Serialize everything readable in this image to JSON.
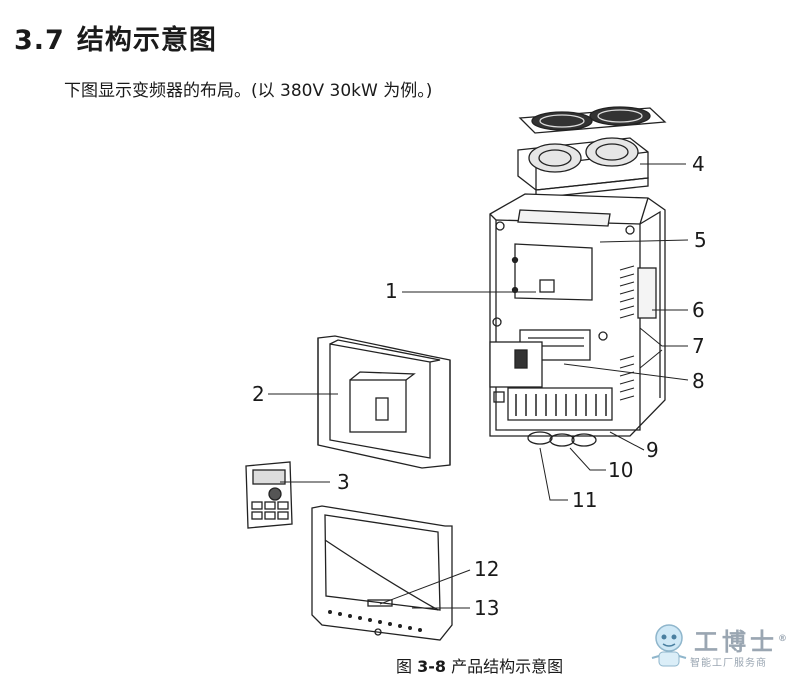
{
  "section": {
    "number": "3.7",
    "title": "结构示意图"
  },
  "intro_text": "下图显示变频器的布局。(以 380V 30kW 为例。)",
  "callouts": [
    "1",
    "2",
    "3",
    "4",
    "5",
    "6",
    "7",
    "8",
    "9",
    "10",
    "11",
    "12",
    "13"
  ],
  "caption": {
    "prefix": "图",
    "figure_no": "3-8",
    "text": "产品结构示意图"
  },
  "watermark": {
    "title": "工博士",
    "subtitle": "智能工厂服务商",
    "mark": "®"
  }
}
